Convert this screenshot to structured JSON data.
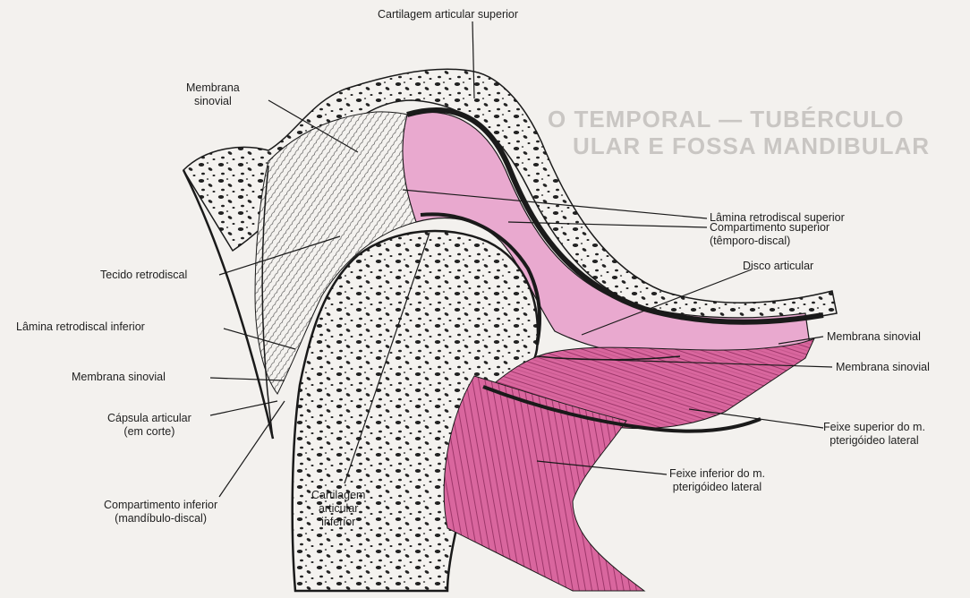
{
  "labels": {
    "cartilagem_superior": "Cartilagem articular superior",
    "membrana_sinovial_top": "Membrana\nsinovial",
    "lamina_retrodiscal_superior": "Lâmina retrodiscal superior",
    "compartimento_superior": "Compartimento superior\n(têmporo-discal)",
    "disco_articular": "Disco articular",
    "tecido_retrodiscal": "Tecido retrodiscal",
    "lamina_retrodiscal_inferior": "Lâmina retrodiscal inferior",
    "membrana_sinovial_right1": "Membrana sinovial",
    "membrana_sinovial_right2": "Membrana sinovial",
    "membrana_sinovial_left": "Membrana sinovial",
    "capsula_articular": "Cápsula articular\n(em corte)",
    "feixe_superior": "Feixe superior do m.\npterigóideo lateral",
    "feixe_inferior": "Feixe inferior do m.\npterigóideo lateral",
    "compartimento_inferior": "Compartimento inferior\n(mandíbulo-discal)",
    "cartilagem_inferior": "Cartilagem\narticular\ninferior"
  },
  "background_text": {
    "heading_line1": "O TEMPORAL — TUBÉRCULO",
    "heading_line2": "ULAR E FOSSA MANDIBULAR"
  },
  "colors": {
    "background": "#f3f1ee",
    "tissue_pink": "#e9a9cf",
    "muscle_pink": "#d9669e",
    "ink": "#1a1a1a",
    "ghost_text": "#c9c6c3"
  }
}
